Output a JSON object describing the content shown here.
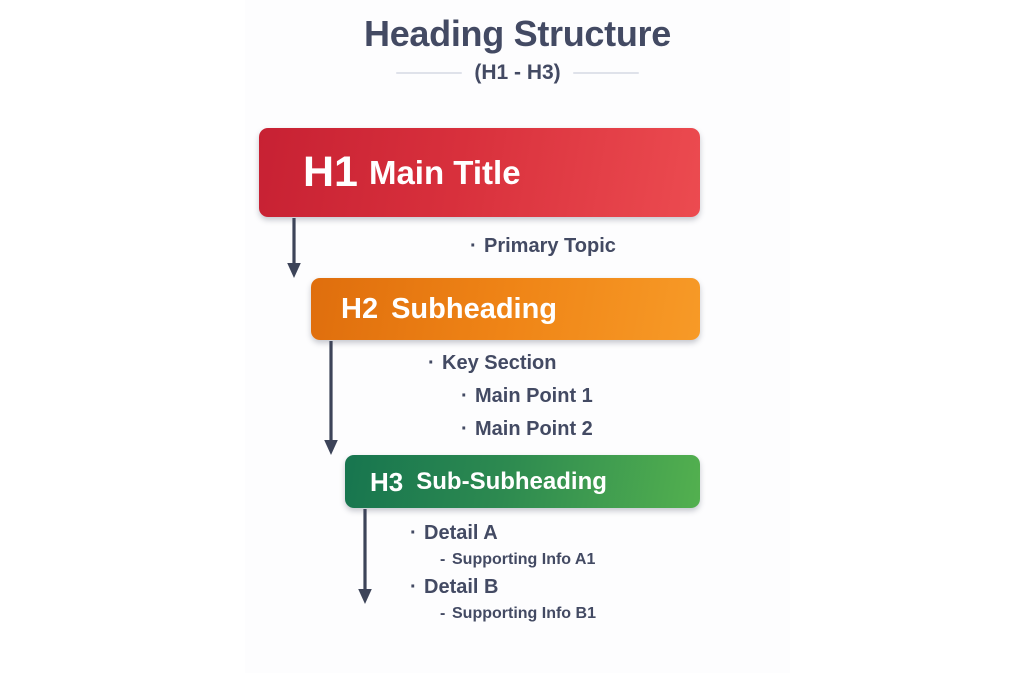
{
  "header": {
    "title": "Heading Structure",
    "subtitle": "(H1 - H3)"
  },
  "colors": {
    "text_slate": "#434a63",
    "h1_from": "#c72133",
    "h1_to": "#ec4b50",
    "h2_from": "#df6e0d",
    "h2_to": "#f79a27",
    "h3_from": "#17754f",
    "h3_to": "#53b04f",
    "arrow": "#3d4459",
    "rule": "#dfe2ea"
  },
  "levels": [
    {
      "tag": "H1",
      "label": "Main Title",
      "items": [
        {
          "mark": "·",
          "text": "Primary Topic",
          "level": 1
        }
      ]
    },
    {
      "tag": "H2",
      "label": "Subheading",
      "items": [
        {
          "mark": "·",
          "text": "Key Section",
          "level": 1
        },
        {
          "mark": "·",
          "text": "Main Point 1",
          "level": 2
        },
        {
          "mark": "·",
          "text": "Main Point 2",
          "level": 2
        }
      ]
    },
    {
      "tag": "H3",
      "label": "Sub-Subheading",
      "items": [
        {
          "mark": "·",
          "text": "Detail A",
          "level": 1
        },
        {
          "mark": "-",
          "text": "Supporting Info A1",
          "level": 3
        },
        {
          "mark": "·",
          "text": "Detail B",
          "level": 1
        },
        {
          "mark": "-",
          "text": "Supporting Info B1",
          "level": 3
        }
      ]
    }
  ],
  "arrows": [
    {
      "name": "h1-to-h2",
      "height": 60
    },
    {
      "name": "h2-to-h3",
      "height": 114
    },
    {
      "name": "h3-to-details",
      "height": 95
    }
  ]
}
